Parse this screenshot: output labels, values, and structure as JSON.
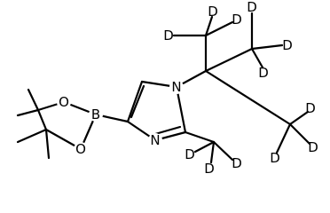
{
  "structure": {
    "labels": {
      "n1": "N",
      "n3": "N",
      "o1": "O",
      "o2": "O",
      "b": "B",
      "d": "D"
    }
  }
}
